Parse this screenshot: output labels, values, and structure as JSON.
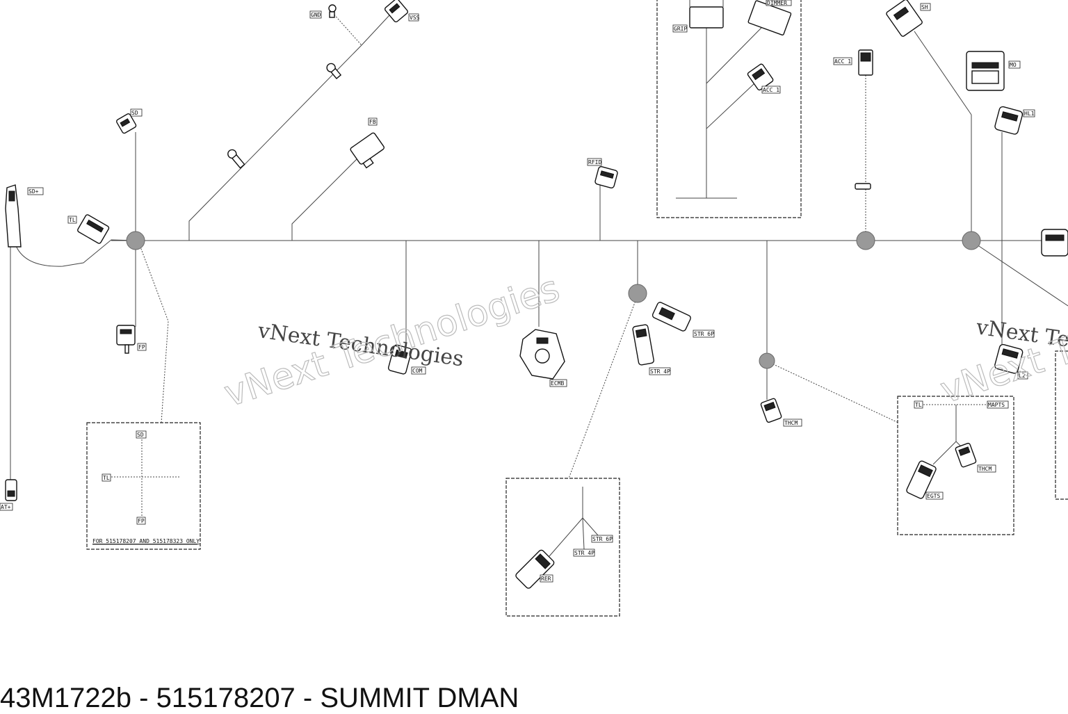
{
  "title": "43M1722b - 515178207 - SUMMIT DMAN",
  "watermark": "vNext Technologies",
  "labels": {
    "gnd": "GND",
    "vss": "VSS",
    "grip": "GRIP",
    "dimmer": "DIMMER",
    "acc1_box": "ACC 1",
    "sh": "SH",
    "acc1": "ACC 1",
    "mo": "MO",
    "hl1": "HL1",
    "sd": "SD",
    "sd_plus": "SD+",
    "tl": "TL",
    "fp": "FP",
    "fb": "FB",
    "rfid": "RFID",
    "com": "COM",
    "ecmb": "ECMB",
    "str6p": "STR 6P",
    "str4p": "STR 4P",
    "thcm": "THCM",
    "l2": "L2",
    "bat_plus": "AT+",
    "box1_sd": "SD",
    "box1_tl": "TL",
    "box1_fp": "FP",
    "box1_note": "FOR 515178207 AND 515178323 ONLY",
    "box2_str6p": "STR 6P",
    "box2_str4p": "STR 4P",
    "box2_rer": "RER",
    "box3_tl": "TL",
    "box3_mapts": "MAPTS",
    "box3_thcm": "THCM",
    "box3_egts": "EGTS"
  }
}
